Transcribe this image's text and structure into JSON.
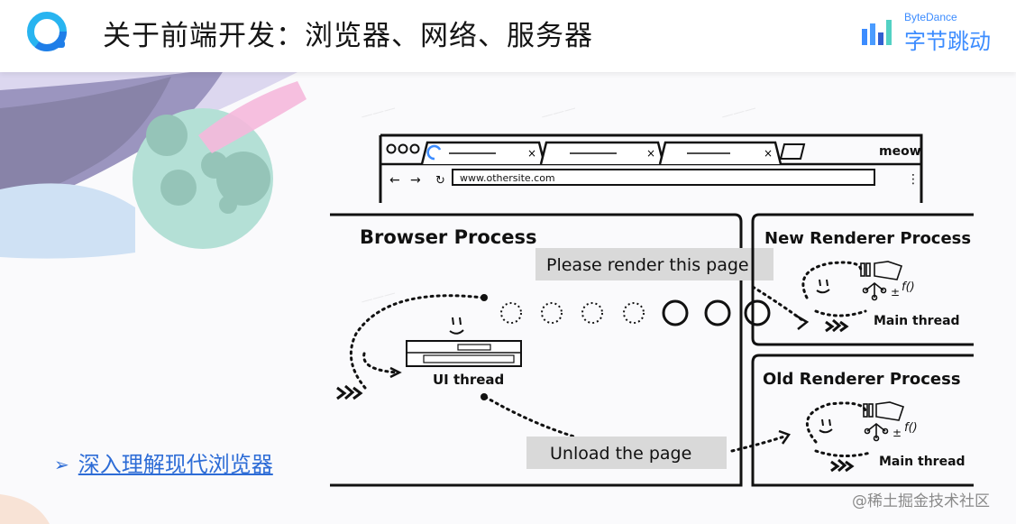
{
  "header": {
    "title": "关于前端开发：浏览器、网络、服务器",
    "brand_en": "ByteDance",
    "brand_cn": "字节跳动"
  },
  "diagram": {
    "browser_ui": {
      "url": "www.othersite.com",
      "profile": "meow",
      "tab_icons": [
        "close-icon",
        "close-icon",
        "close-icon"
      ]
    },
    "browser_process": {
      "title": "Browser Process",
      "thread_label": "UI thread"
    },
    "new_renderer": {
      "title": "New Renderer Process",
      "thread_label": "Main thread"
    },
    "old_renderer": {
      "title": "Old Renderer Process",
      "thread_label": "Main thread"
    },
    "messages": {
      "render": "Please render this page",
      "unload": "Unload the page"
    }
  },
  "bullet": {
    "arrow": "➢",
    "link": "深入理解现代浏览器"
  },
  "footer": {
    "watermark": "@稀土掘金技术社区"
  },
  "colors": {
    "accent": "#2d6cd6",
    "brand": "#3c8cff",
    "message_box": "#d9d9d9",
    "ink": "#111111"
  }
}
